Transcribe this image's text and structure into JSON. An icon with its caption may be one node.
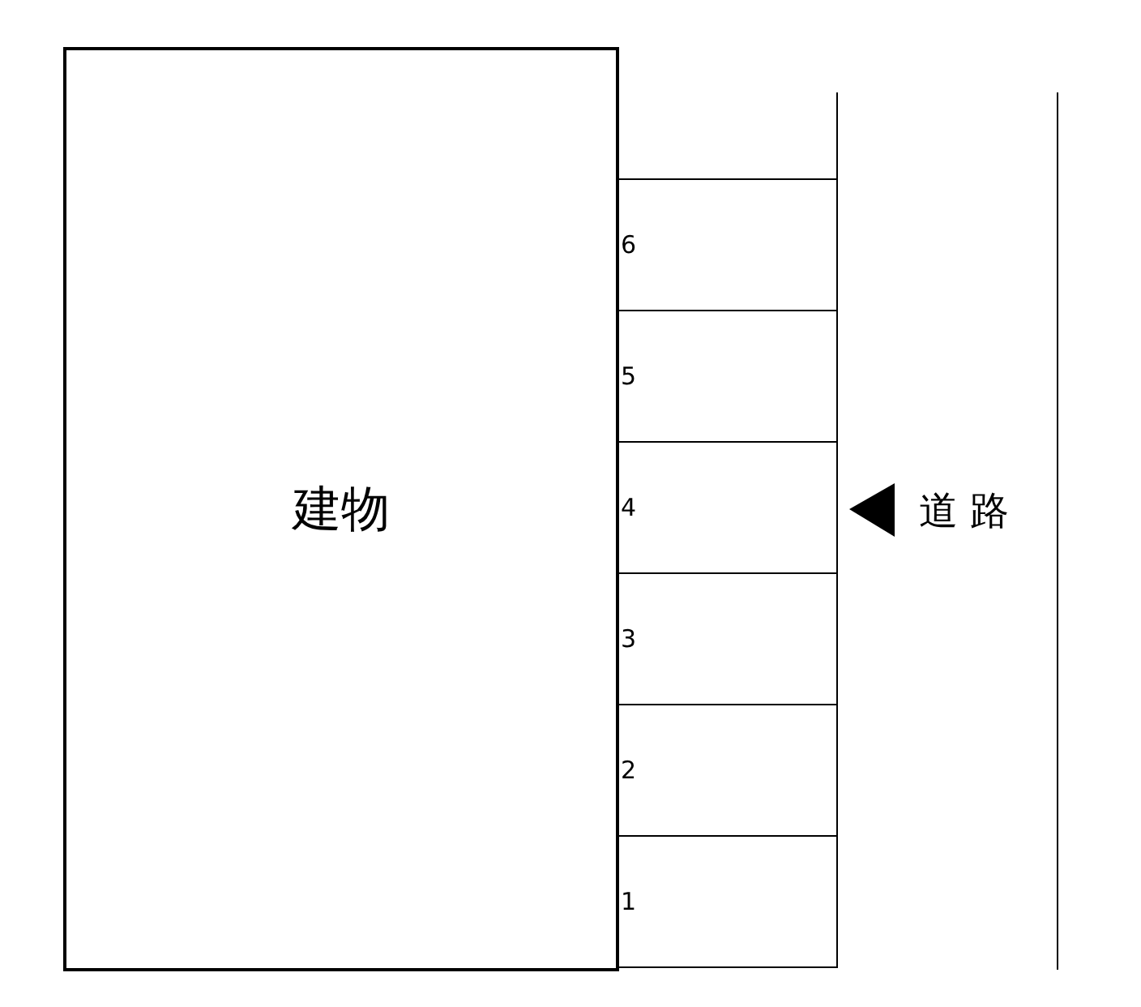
{
  "diagram": {
    "nodes": [
      {
        "text": [
          "建物"
        ]
      },
      {
        "text": [
          "6"
        ]
      },
      {
        "text": [
          "5"
        ]
      },
      {
        "text": [
          "4"
        ]
      },
      {
        "text": [
          "3"
        ]
      },
      {
        "text": [
          "2"
        ]
      },
      {
        "text": [
          "1"
        ]
      }
    ],
    "labels": [
      "道 路"
    ]
  }
}
